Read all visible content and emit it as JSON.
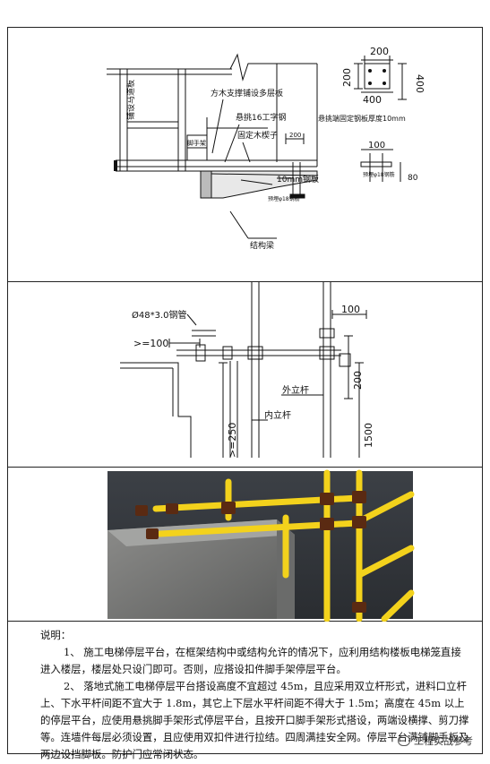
{
  "drawing1": {
    "labels": {
      "mat_board": "方木支撑铺设多层板",
      "ramp": "铺设马道板",
      "i_beam": "悬挑16工字钢",
      "wood_wedge": "固定木楔子",
      "plate": "10mm钢板",
      "struct_beam": "结构梁",
      "guard": "脚手架",
      "embed_small": "预埋φ18钢筋",
      "embed_right": "预埋φ18钢筋",
      "anchor_note": "悬挑端固定钢板厚度10mm",
      "d200a": "200",
      "d200b": "200",
      "d400": "400",
      "d400v": "400",
      "d200v": "200",
      "d100": "100",
      "d80": "80"
    }
  },
  "drawing2": {
    "labels": {
      "pipe": "Ø48*3.0钢管",
      "gte100": ">=100",
      "d100": "100",
      "d200": "200",
      "d1500": "1500",
      "gte250": ">=250",
      "outer_pole": "外立杆",
      "inner_pole": "内立杆"
    }
  },
  "notes": {
    "heading": "说明：",
    "p1": "1、 施工电梯停层平台，在框架结构中或结构允许的情况下，应利用结构楼板电梯笼直接进入楼层，楼层处只设门即可。否则，应搭设扣件脚手架停层平台。",
    "p2": "2、 落地式施工电梯停层平台搭设高度不宜超过 45m，且应采用双立杆形式，进料口立杆上、下水平杆间距不宜大于 1.8m，其它上下层水平杆间距不得大于 1.5m；高度在 45m 以上的停层平台，应使用悬挑脚手架形式停层平台，且按开口脚手架形式搭设，两端设横撑、剪刀撑等。连墙件每层必须设置，且应使用双扣件进行拉结。四周满挂安全网。停层平台满铺脚手板及两边设挡脚板。防护门应常闭状态。"
  },
  "watermark": {
    "text": "工程实战参考"
  }
}
